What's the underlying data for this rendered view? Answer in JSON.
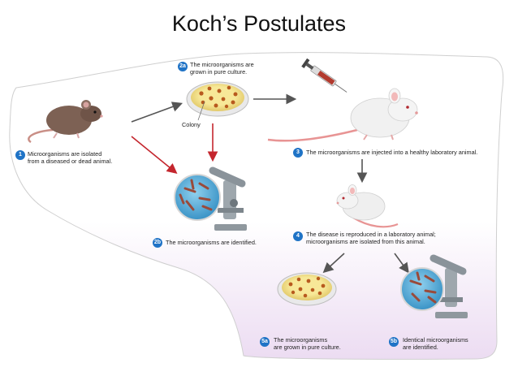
{
  "title": "Koch’s Postulates",
  "colors": {
    "background_shape": "#ffffff",
    "shape_border": "#cfcfcf",
    "lower_tint": "#efe4f3",
    "step_badge": "#1f73c6",
    "arrow_dark": "#555555",
    "arrow_red": "#c4262e",
    "dish_agar": "#f4e38c",
    "colony_dot": "#b85a1e",
    "mouse_brown": "#7d6154",
    "mouse_white": "#eeeeee",
    "mouse_tail": "#e89494",
    "micro_view": "#5bb2dd",
    "microbe": "#9a4a3a"
  },
  "steps": {
    "s1": {
      "number": "1",
      "line1": "Microorganisms are isolated",
      "line2": "from a diseased or dead animal."
    },
    "s2a": {
      "number": "2a",
      "line1": "The microorganisms are",
      "line2": "grown in pure culture."
    },
    "colony": "Colony",
    "s2b": {
      "number": "2b",
      "line1": "The microorganisms are identified."
    },
    "s3": {
      "number": "3",
      "line1": "The microorganisms are injected into a healthy laboratory animal."
    },
    "s4": {
      "number": "4",
      "line1": "The disease is reproduced in a laboratory animal;",
      "line2": "microorganisms are isolated from this animal."
    },
    "s5a": {
      "number": "5a",
      "line1": "The microorganisms",
      "line2": "are grown in pure culture."
    },
    "s5b": {
      "number": "5b",
      "line1": "Identical microorganisms",
      "line2": "are identified."
    }
  }
}
